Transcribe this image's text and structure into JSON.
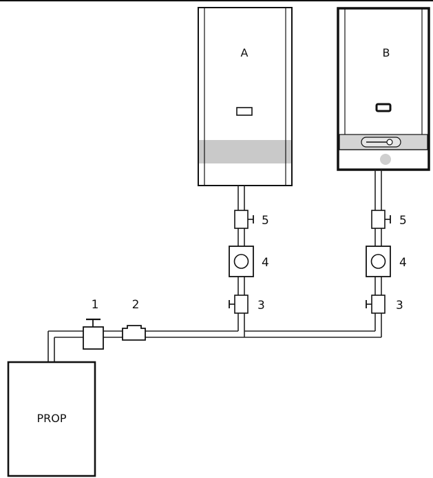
{
  "labels": {
    "heater_a": "A",
    "heater_b": "B",
    "tank": "PROP",
    "n1": "1",
    "n2": "2",
    "a5": "5",
    "a4": "4",
    "a3": "3",
    "b5": "5",
    "b4": "4",
    "b3": "3"
  },
  "colors": {
    "line": "#111111",
    "band_a": "#c9c9c9",
    "panel_b": "#d4d4d4",
    "indicator_b": "#cfcfcf"
  }
}
